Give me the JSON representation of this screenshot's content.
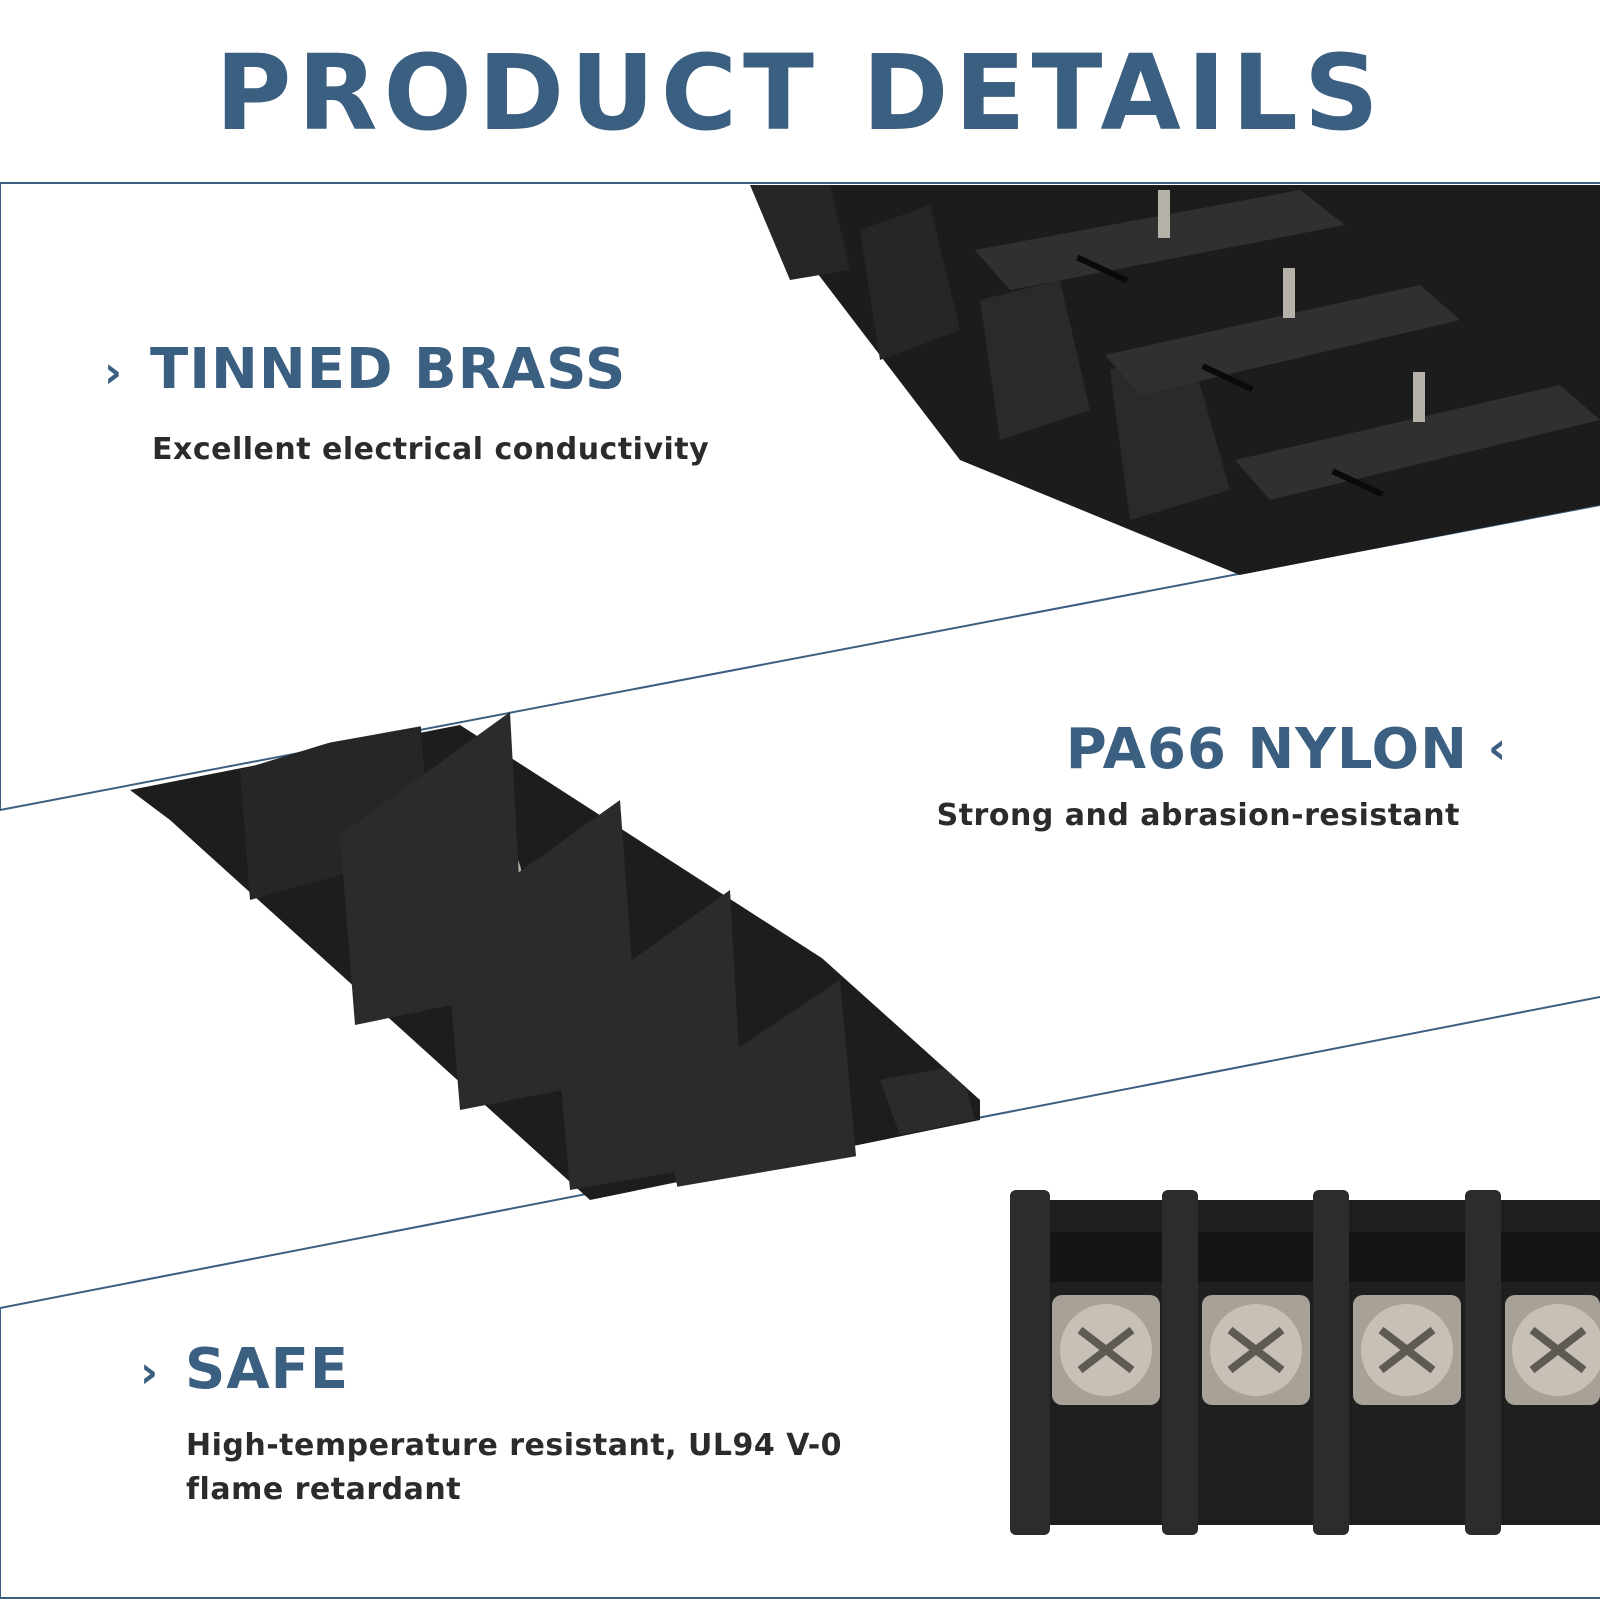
{
  "header": {
    "title": "PRODUCT DETAILS"
  },
  "features": [
    {
      "title": "TINNED BRASS",
      "description": "Excellent electrical conductivity",
      "icon": "chevron-right-icon"
    },
    {
      "title": "PA66 NYLON",
      "description": "Strong and abrasion-resistant",
      "icon": "chevron-left-icon"
    },
    {
      "title": "SAFE",
      "description_lines": [
        "High-temperature resistant, UL94 V-0",
        "flame retardant"
      ],
      "icon": "chevron-right-icon"
    }
  ],
  "colors": {
    "accent": "#3b5f80",
    "text": "#2b2b2b",
    "background": "#ffffff",
    "product": "#1e1e1e",
    "metal": "#b9b2a8"
  }
}
